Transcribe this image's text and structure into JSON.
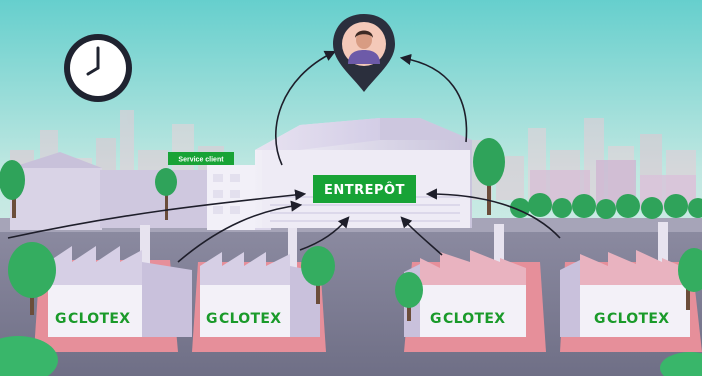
{
  "scene": {
    "warehouse_label": "ENTREPÔT",
    "service_label": "Service client",
    "brand_name": "CLOTEX",
    "brand_initial": "G",
    "colors": {
      "sky_top": "#6fd3d0",
      "sky_bottom": "#dff3ee",
      "brand_green": "#1a9a2a",
      "label_green": "#18a336",
      "ground": "#7a7b8f",
      "lot_pink": "#e78f9a",
      "building": "#e9e7f2",
      "pin": "#2b2f3d"
    },
    "icons": [
      "clock-icon",
      "location-pin-icon",
      "person-icon",
      "arrow-icon",
      "tree-icon",
      "factory-icon"
    ]
  }
}
